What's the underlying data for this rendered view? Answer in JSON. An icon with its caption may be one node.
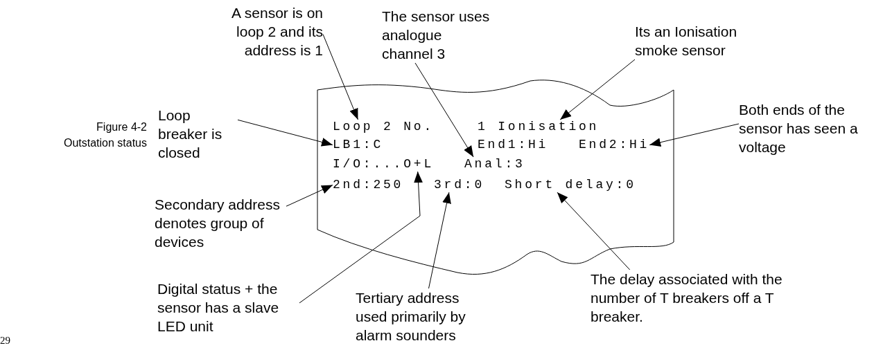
{
  "diagram": {
    "caption": "Figure 4-2 Outstation status",
    "nodes": [
      {
        "text": [
          "A sensor is on loop 2 and its address is 1"
        ]
      },
      {
        "text": [
          "The sensor uses analogue channel 3"
        ]
      },
      {
        "text": [
          "Its an Ionisation smoke sensor"
        ]
      },
      {
        "text": [
          "Loop breaker is closed"
        ]
      },
      {
        "text": [
          "Both ends of the sensor has seen a voltage"
        ]
      },
      {
        "text": [],
        "shape": "box"
      },
      {
        "text": [
          "Loop 2 No."
        ],
        "in": 5
      },
      {
        "text": [
          "1 Ionisation"
        ],
        "in": 5
      },
      {
        "text": [
          "LB1:C"
        ],
        "in": 5
      },
      {
        "text": [
          "End1:Hi"
        ],
        "in": 5
      },
      {
        "text": [
          "End2:Hi"
        ],
        "in": 5
      },
      {
        "text": [
          "I/O:...O+L"
        ],
        "in": 5
      },
      {
        "text": [
          "Anal:3"
        ],
        "in": 5
      },
      {
        "text": [
          "2nd:250"
        ],
        "in": 5
      },
      {
        "text": [
          "3rd:0"
        ],
        "in": 5
      },
      {
        "text": [
          "Short delay:0"
        ],
        "in": 5
      },
      {
        "text": [
          "Secondary address denotes group of devices"
        ]
      },
      {
        "text": [
          "Digital status + the sensor has a slave LED unit"
        ]
      },
      {
        "text": [
          "Tertiary address used primarily by alarm sounders"
        ]
      },
      {
        "text": [
          "The delay associated with the number of T breakers off a T breaker."
        ]
      }
    ],
    "edges": [
      {
        "from": 0,
        "to": 6,
        "arrow": "to"
      },
      {
        "from": 1,
        "to": 12,
        "arrow": "to"
      },
      {
        "from": 2,
        "to": 7,
        "arrow": "to"
      },
      {
        "from": 3,
        "to": 8,
        "arrow": "to"
      },
      {
        "from": 4,
        "to": 10,
        "arrow": "to"
      },
      {
        "from": 16,
        "to": 13,
        "arrow": "to"
      },
      {
        "from": 17,
        "to": 11,
        "arrow": "to"
      },
      {
        "from": 18,
        "to": 14,
        "arrow": "to"
      },
      {
        "from": 19,
        "to": 15,
        "arrow": "to"
      }
    ],
    "labels": [
      "29"
    ]
  }
}
